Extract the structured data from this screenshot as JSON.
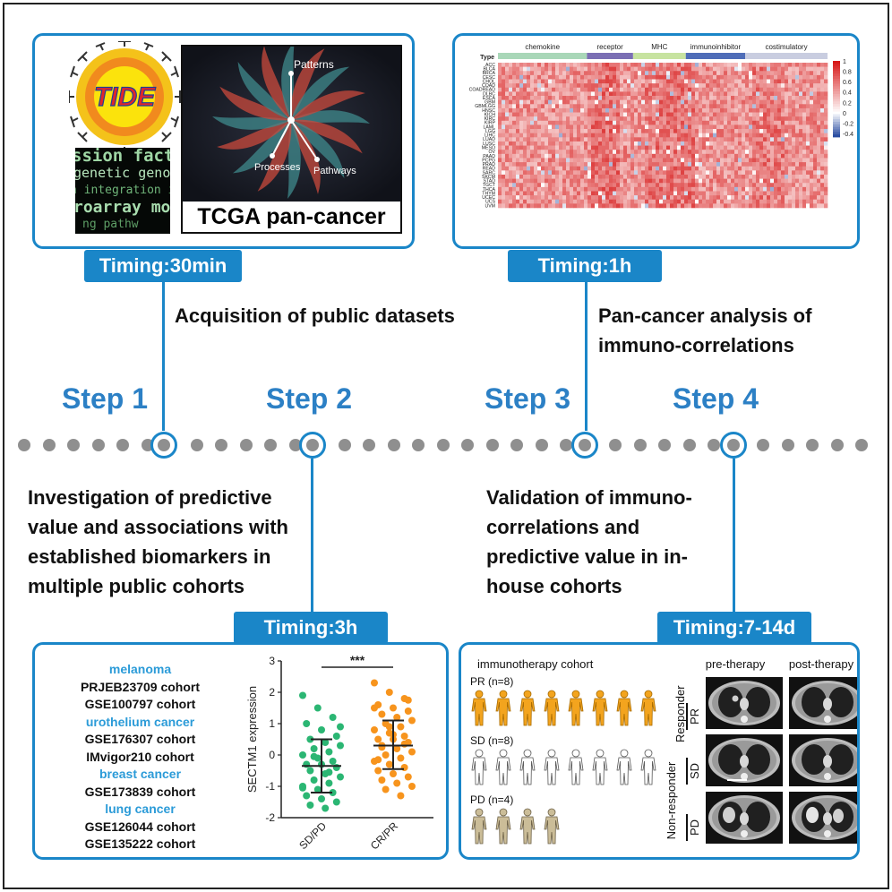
{
  "steps": {
    "step1": "Step 1",
    "step2": "Step 2",
    "step3": "Step 3",
    "step4": "Step 4"
  },
  "headings": {
    "acquisition": "Acquisition of public datasets",
    "pancancer_l1": "Pan-cancer analysis of",
    "pancancer_l2": "immuno-correlations",
    "investigation": [
      "Investigation of predictive",
      "value and associations with",
      "established biomarkers in",
      "multiple public cohorts"
    ],
    "validation": [
      "Validation of immuno-",
      "correlations and",
      "predictive value in in-",
      "house cohorts"
    ]
  },
  "timings": {
    "t1": "Timing:30min",
    "t2": "Timing:1h",
    "t3": "Timing:3h",
    "t4": "Timing:7-14d"
  },
  "panel1": {
    "logo_text": "TIDE",
    "tcga_label": "TCGA pan-cancer",
    "tcga_nodes": [
      "Patterns",
      "Processes",
      "Pathways"
    ],
    "text_image_words": [
      "ssion factor",
      "genetic genomic",
      "n integration intera",
      "roarray molec",
      "ng pathw"
    ]
  },
  "panel2": {
    "type_label": "Type",
    "groups": [
      {
        "name": "chemokine",
        "color": "#a9d7b8"
      },
      {
        "name": "receptor",
        "color": "#7b6fb4"
      },
      {
        "name": "MHC",
        "color": "#c7e3a0"
      },
      {
        "name": "immunoinhibitor",
        "color": "#4f6db8"
      },
      {
        "name": "costimulatory",
        "color": "#c9cde0"
      }
    ],
    "cancer_types": [
      "ACC",
      "BLCA",
      "BRCA",
      "CESC",
      "CHOL",
      "COAD",
      "COADREAD",
      "DLBC",
      "ESCA",
      "GBM",
      "GBMLGG",
      "HNSC",
      "KICH",
      "KIRC",
      "KIRP",
      "LAML",
      "LGG",
      "LIHC",
      "LUAD",
      "LUSC",
      "MESO",
      "OV",
      "PAAD",
      "PCPG",
      "PRAD",
      "READ",
      "SARC",
      "SKCM",
      "STAD",
      "TGCT",
      "THCA",
      "THYM",
      "UCEC",
      "UCS",
      "UVM"
    ],
    "colorbar_ticks": [
      "1",
      "0.8",
      "0.6",
      "0.4",
      "0.2",
      "0",
      "-0.2",
      "-0.4"
    ],
    "colors": {
      "high": "#d7191c",
      "mid": "#ffffff",
      "low": "#2b4ea2"
    }
  },
  "panel3": {
    "cohorts": [
      {
        "kind": "cat",
        "text": "melanoma"
      },
      {
        "kind": "coh",
        "text": "PRJEB23709 cohort"
      },
      {
        "kind": "coh",
        "text": "GSE100797 cohort"
      },
      {
        "kind": "cat",
        "text": "urothelium cancer"
      },
      {
        "kind": "coh",
        "text": "GSE176307 cohort"
      },
      {
        "kind": "coh",
        "text": "IMvigor210 cohort"
      },
      {
        "kind": "cat",
        "text": "breast cancer"
      },
      {
        "kind": "coh",
        "text": "GSE173839 cohort"
      },
      {
        "kind": "cat",
        "text": "lung cancer"
      },
      {
        "kind": "coh",
        "text": "GSE126044 cohort"
      },
      {
        "kind": "coh",
        "text": "GSE135222 cohort"
      }
    ]
  },
  "chart_data": {
    "type": "scatter",
    "ylabel": "SECTM1 expression",
    "categories": [
      "SD/PD",
      "CR/PR"
    ],
    "yticks": [
      "-2",
      "-1",
      "0",
      "1",
      "2",
      "3"
    ],
    "ylim": [
      -2,
      3
    ],
    "significance": "***",
    "colors": {
      "SD/PD": "#2bb673",
      "CR/PR": "#f7941d"
    },
    "series": [
      {
        "name": "SD/PD",
        "mean": -0.35,
        "sd_upper": 0.5,
        "sd_lower": -1.2,
        "values": [
          1.9,
          1.5,
          1.2,
          1.0,
          0.8,
          0.6,
          0.5,
          0.4,
          0.3,
          0.2,
          0.1,
          0.0,
          -0.1,
          -0.2,
          -0.3,
          -0.3,
          -0.4,
          -0.5,
          -0.6,
          -0.7,
          -0.8,
          -0.9,
          -1.0,
          -1.1,
          -1.2,
          -1.3,
          -1.4,
          -1.5,
          -1.6,
          -1.7,
          0.9,
          -0.05,
          -0.55,
          -1.05
        ]
      },
      {
        "name": "CR/PR",
        "mean": 0.3,
        "sd_upper": 1.1,
        "sd_lower": -0.45,
        "values": [
          2.3,
          2.0,
          1.8,
          1.6,
          1.5,
          1.4,
          1.3,
          1.2,
          1.1,
          1.0,
          0.9,
          0.8,
          0.7,
          0.6,
          0.5,
          0.5,
          0.4,
          0.3,
          0.2,
          0.1,
          0.0,
          -0.1,
          -0.2,
          -0.3,
          -0.4,
          -0.5,
          -0.6,
          -0.7,
          -0.8,
          -0.9,
          -1.0,
          -1.1,
          -1.3,
          1.5,
          0.9,
          0.35,
          -0.15,
          0.65,
          1.75,
          0.25
        ]
      }
    ]
  },
  "panel4": {
    "cohort_title": "immunotherapy cohort",
    "groups": [
      {
        "label": "PR (n=8)",
        "count": 8,
        "color": "#f3a41e",
        "stroke": "#a86b00"
      },
      {
        "label": "SD (n=8)",
        "count": 8,
        "color": "#ffffff",
        "stroke": "#555555"
      },
      {
        "label": "PD (n=4)",
        "count": 4,
        "color": "#cbbd98",
        "stroke": "#6d6147"
      }
    ],
    "ct_headers": [
      "pre-therapy",
      "post-therapy"
    ],
    "responder_label": "Responder",
    "nonresponder_label": "Non-responder",
    "row_labels": [
      "PR",
      "SD",
      "PD"
    ]
  }
}
